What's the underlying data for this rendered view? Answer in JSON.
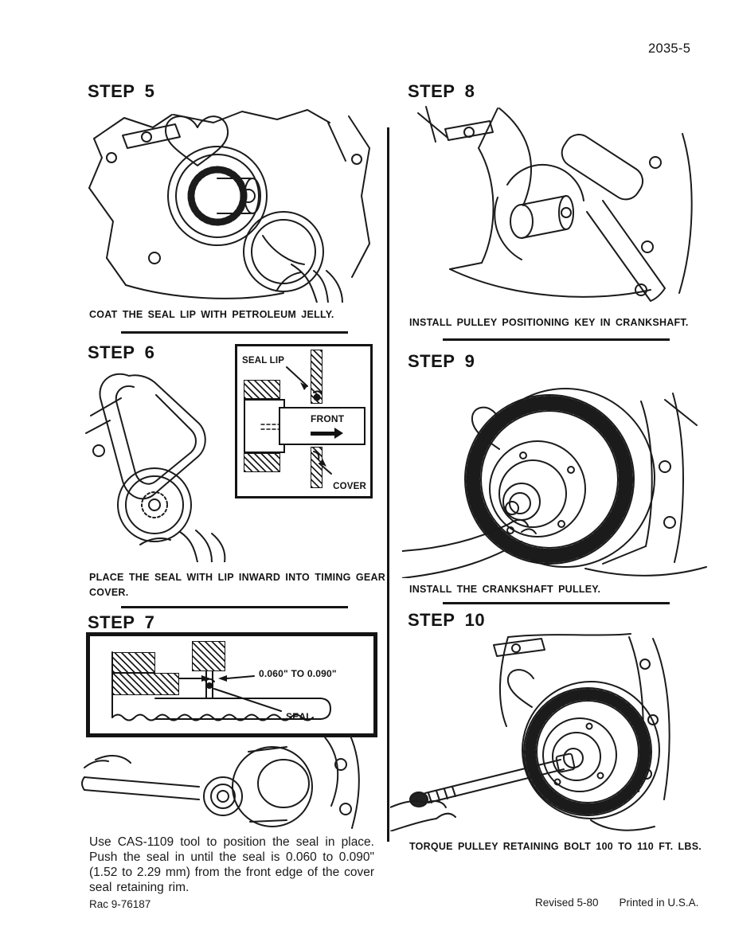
{
  "page": {
    "number": "2035-5",
    "doc_code": "Rac 9-76187",
    "revised": "Revised 5-80",
    "printed": "Printed in U.S.A."
  },
  "step5": {
    "heading": "STEP 5",
    "caption": "COAT THE SEAL LIP WITH PETROLEUM JELLY."
  },
  "step6": {
    "heading": "STEP 6",
    "caption": "PLACE THE SEAL WITH LIP INWARD INTO TIMING GEAR COVER.",
    "inset": {
      "seal_lip": "SEAL LIP",
      "front": "FRONT",
      "cover": "COVER"
    }
  },
  "step7": {
    "heading": "STEP 7",
    "inset": {
      "gap": "0.060\" TO 0.090\"",
      "seal": "SEAL"
    },
    "body": "Use CAS-1109 tool to position the seal in place. Push the seal in until the seal is 0.060 to 0.090\" (1.52 to 2.29 mm) from the front edge of the cover seal retaining rim."
  },
  "step8": {
    "heading": "STEP 8",
    "caption": "INSTALL PULLEY POSITIONING KEY IN CRANKSHAFT."
  },
  "step9": {
    "heading": "STEP 9",
    "caption": "INSTALL THE CRANKSHAFT PULLEY."
  },
  "step10": {
    "heading": "STEP 10",
    "caption": "TORQUE PULLEY RETAINING BOLT 100 TO 110 FT. LBS."
  }
}
